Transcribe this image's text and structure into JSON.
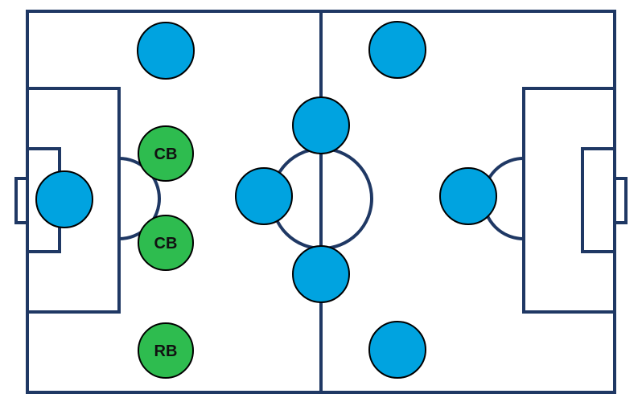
{
  "colors": {
    "line": "#1f3864",
    "background": "#ffffff",
    "player_default": "#00a3e0",
    "player_highlight": "#2ebc4f"
  },
  "players": [
    {
      "name": "player-left-top",
      "label": ""
    },
    {
      "name": "player-left-goalkeeper",
      "label": ""
    },
    {
      "name": "player-cb-1",
      "label": "CB",
      "highlight": true
    },
    {
      "name": "player-cb-2",
      "label": "CB",
      "highlight": true
    },
    {
      "name": "player-rb",
      "label": "RB",
      "highlight": true
    },
    {
      "name": "player-center-top",
      "label": ""
    },
    {
      "name": "player-center-left",
      "label": ""
    },
    {
      "name": "player-center-bottom",
      "label": ""
    },
    {
      "name": "player-right-top",
      "label": ""
    },
    {
      "name": "player-right-middle",
      "label": ""
    },
    {
      "name": "player-right-bottom",
      "label": ""
    }
  ]
}
